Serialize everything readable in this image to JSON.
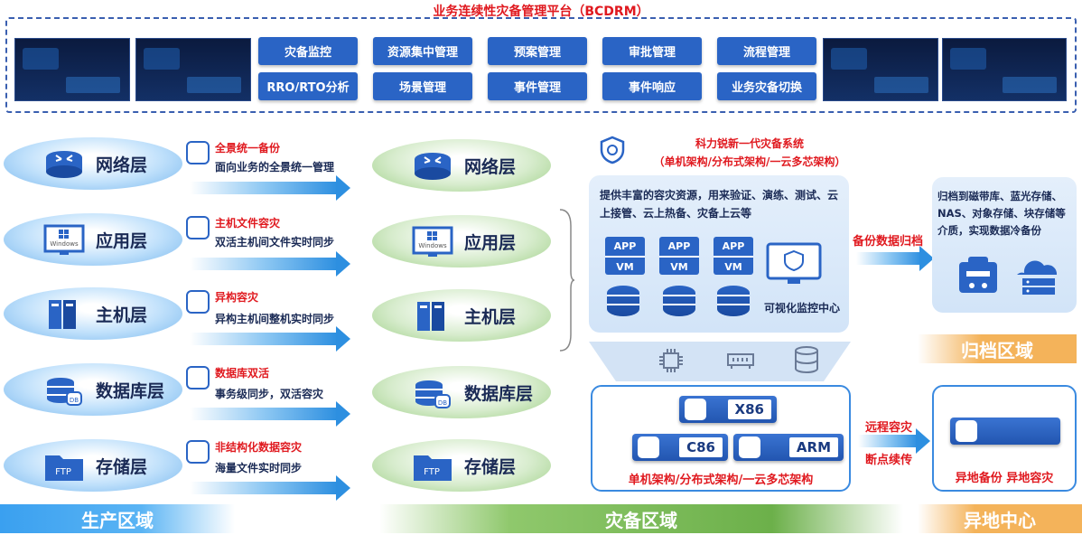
{
  "platform": {
    "title": "业务连续性灾备管理平台（BCDRM）",
    "row1": [
      "灾备监控",
      "资源集中管理",
      "预案管理",
      "审批管理",
      "流程管理"
    ],
    "row2": [
      "RRO/RTO分析",
      "场景管理",
      "事件管理",
      "事件响应",
      "业务灾备切换"
    ]
  },
  "layers": [
    "网络层",
    "应用层",
    "主机层",
    "数据库层",
    "存储层"
  ],
  "icon_texts": {
    "windows": "Windows",
    "db": "DB",
    "ftp": "FTP"
  },
  "features": [
    {
      "title": "全景统一备份",
      "desc": "面向业务的全景统一管理"
    },
    {
      "title": "主机文件容灾",
      "desc": "双活主机间文件实时同步"
    },
    {
      "title": "异构容灾",
      "desc": "异构主机间整机实时同步"
    },
    {
      "title": "数据库双活",
      "desc": "事务级同步，双活容灾"
    },
    {
      "title": "非结构化数据容灾",
      "desc": "海量文件实时同步"
    }
  ],
  "system": {
    "title": "科力锐新一代灾备系统",
    "subtitle": "（单机架构/分布式架构/一云多芯架构）",
    "desc": "提供丰富的容灾资源，用来验证、演练、测试、云上接管、云上热备、灾备上云等",
    "app": "APP",
    "vm": "VM",
    "monitor_label": "可视化监控中心",
    "bottom_label": "单机架构/分布式架构/一云多芯架构",
    "servers": [
      "X86",
      "C86",
      "ARM"
    ]
  },
  "archive": {
    "arrow_label": "备份数据归档",
    "desc": "归档到磁带库、蓝光存储、NAS、对象存储、块存储等介质，实现数据冷备份"
  },
  "remote": {
    "arrow_label1": "远程容灾",
    "arrow_label2": "断点续传",
    "label": "异地备份 异地容灾"
  },
  "zones": {
    "production": "生产区域",
    "dr": "灾备区域",
    "archive": "归档区域",
    "remote": "异地中心"
  },
  "colors": {
    "brand_blue": "#2a64c5",
    "red": "#e0191f",
    "navy": "#1a2a55"
  }
}
